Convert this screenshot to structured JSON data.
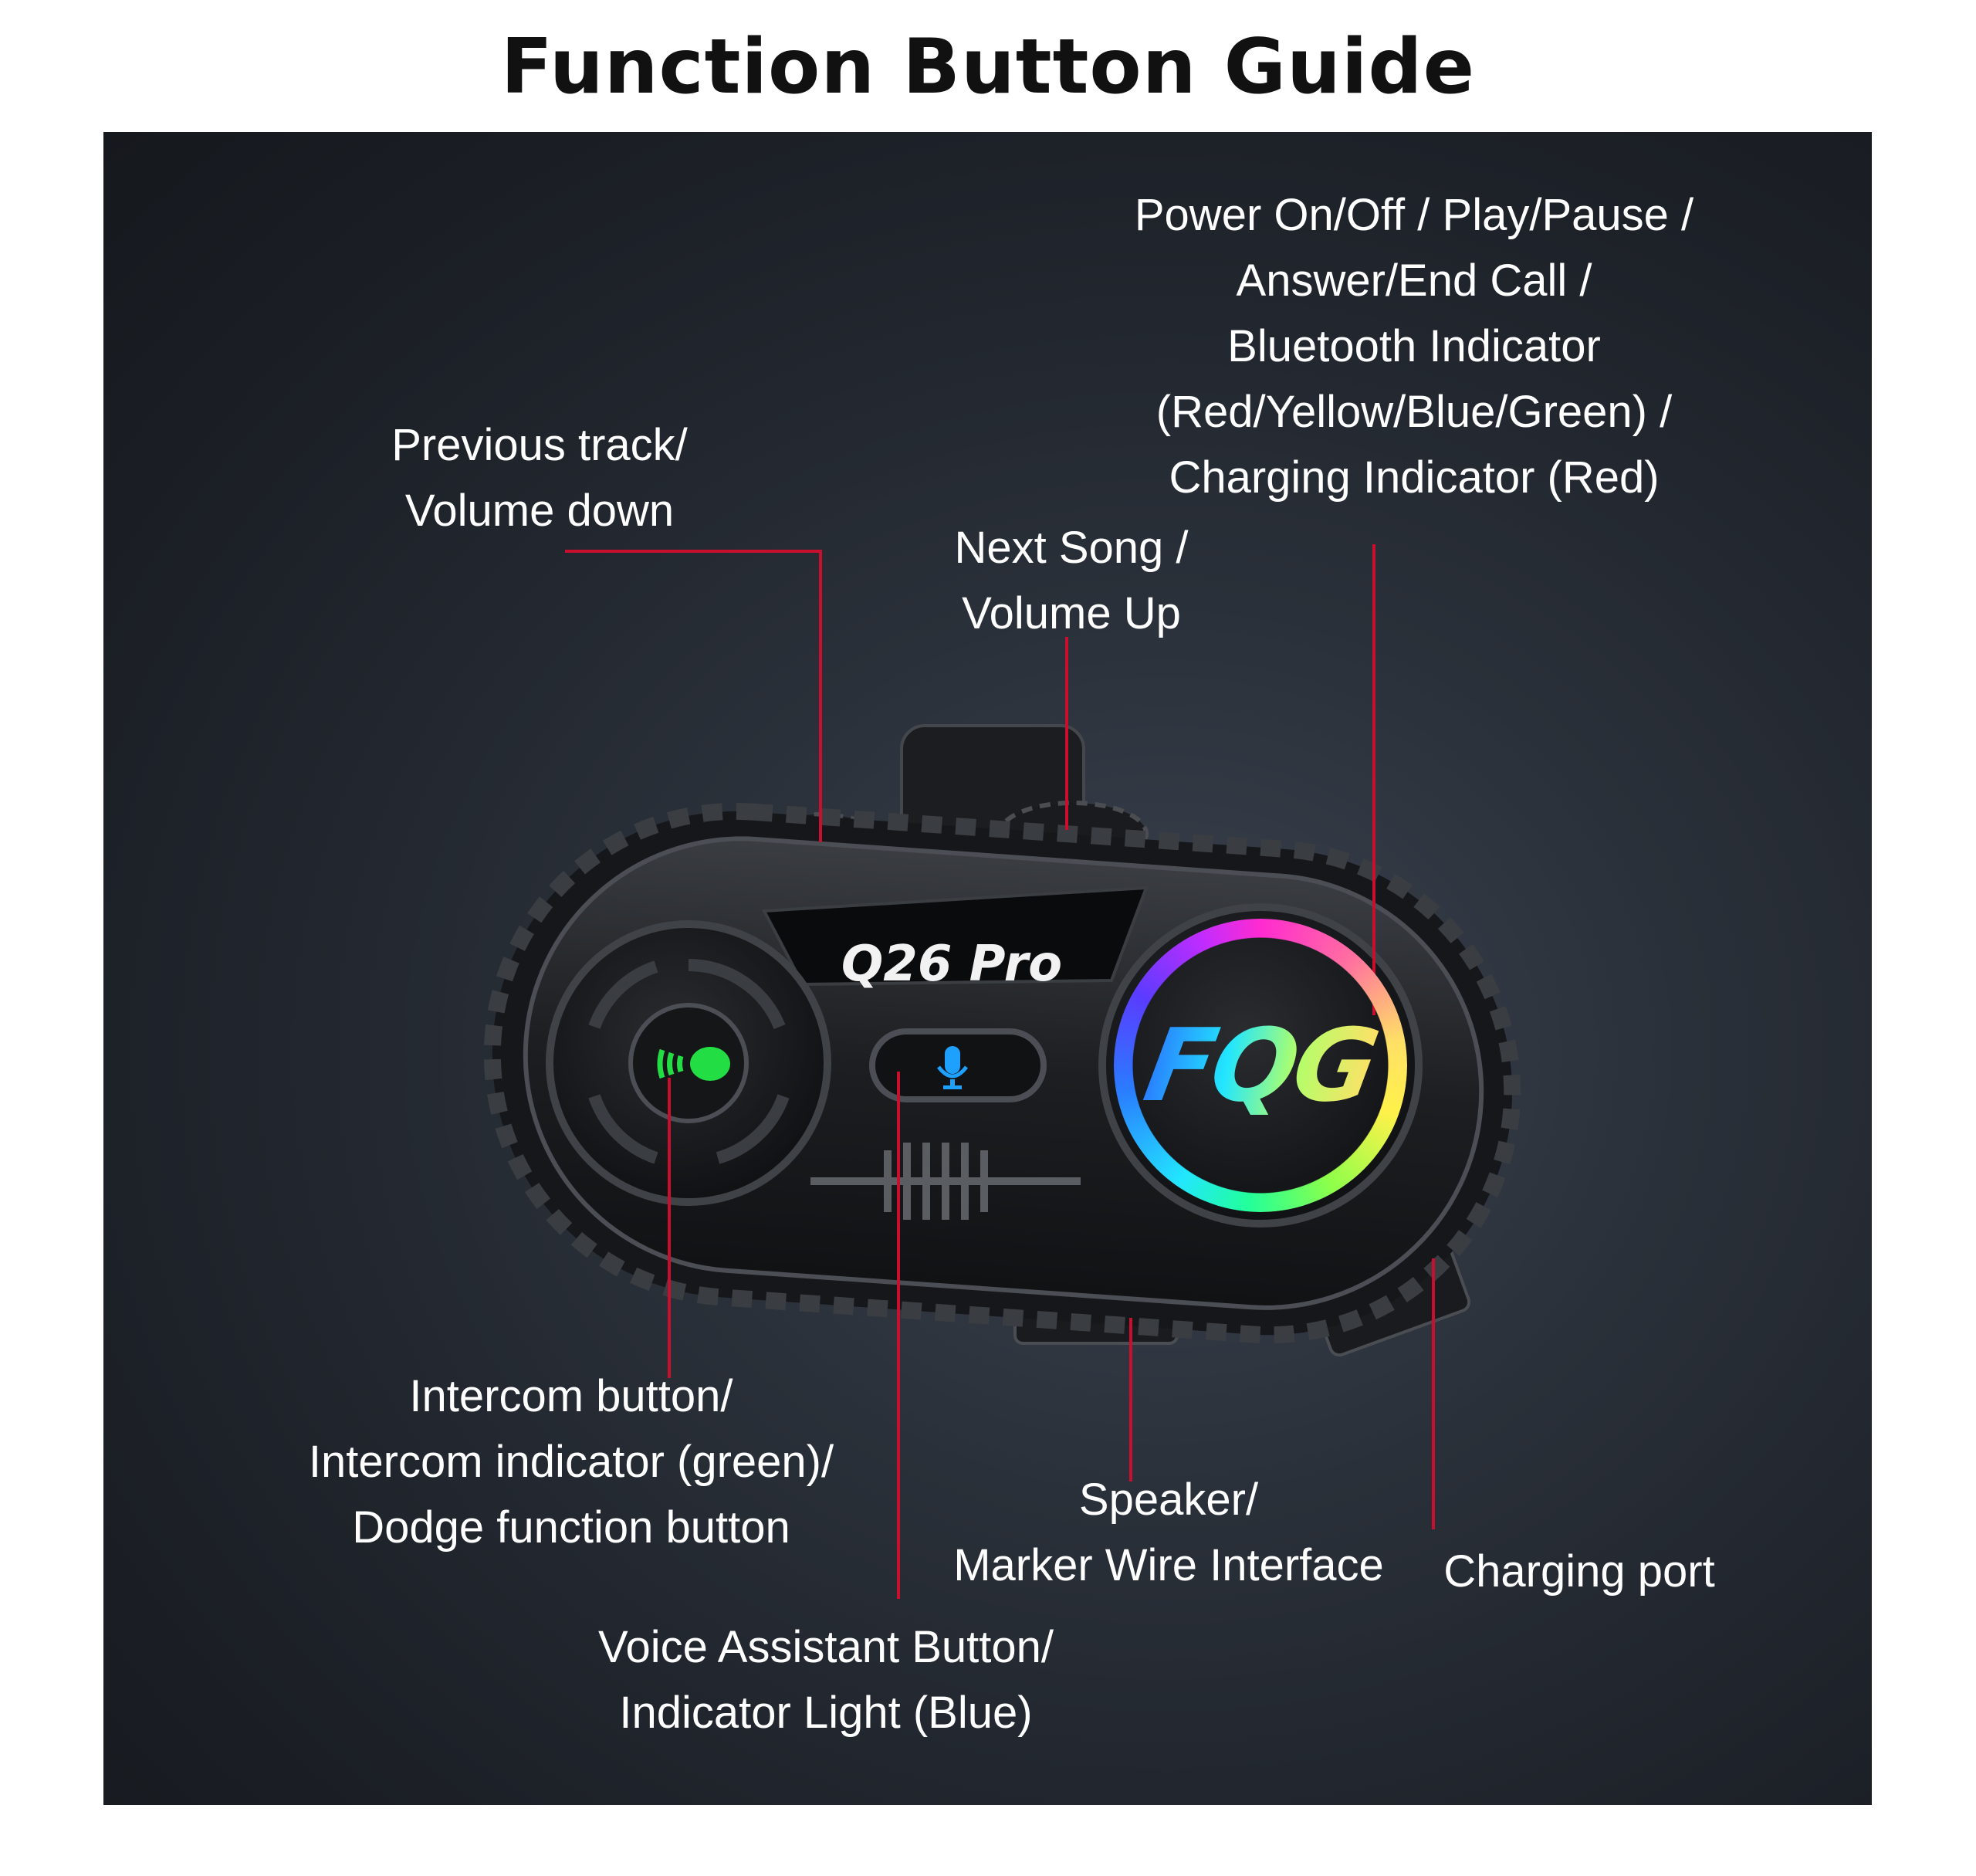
{
  "title": "Function Button Guide",
  "colors": {
    "callout_line": "#c8102e",
    "panel": "#22272e",
    "intercom_led": "#22dd44",
    "voice_led": "#1ea0ff"
  },
  "device": {
    "model_label": "Q26 Pro",
    "logo_text": "FQG",
    "icons": [
      "intercom-icon",
      "microphone-icon"
    ]
  },
  "labels": {
    "power": [
      "Power On/Off / Play/Pause /",
      "Answer/End Call /",
      "Bluetooth Indicator",
      "(Red/Yellow/Blue/Green) /",
      "Charging Indicator (Red)"
    ],
    "previous": [
      "Previous track/",
      "Volume down"
    ],
    "next": [
      "Next Song /",
      "Volume Up"
    ],
    "intercom": [
      "Intercom button/",
      "Intercom indicator (green)/",
      "Dodge function button"
    ],
    "speaker": [
      "Speaker/",
      "Marker Wire Interface"
    ],
    "charging": [
      "Charging port"
    ],
    "voice": [
      "Voice Assistant Button/",
      "Indicator Light (Blue)"
    ]
  }
}
